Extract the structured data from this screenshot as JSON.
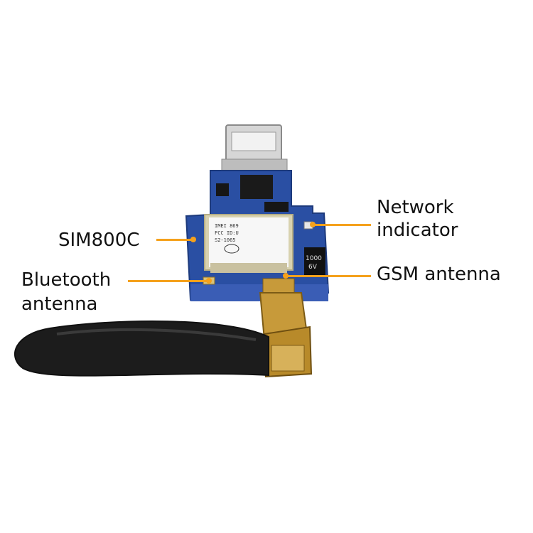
{
  "colors": {
    "callout": "#f5a11c",
    "pcb": "#2a4fa3",
    "antenna": "#1c1c1c",
    "connector": "#c79a3a",
    "usb": "#c9c9c9"
  },
  "callouts": {
    "sim800c": "SIM800C",
    "network_line1": "Network",
    "network_line2": "indicator",
    "gsm": "GSM antenna",
    "bluetooth_line1": "Bluetooth",
    "bluetooth_line2": "antenna"
  },
  "module": {
    "line1": "IMEI 869",
    "line2": "FCC ID:U",
    "line3": "S2-1065",
    "chip_value": "1000",
    "chip_voltage": "6V"
  }
}
